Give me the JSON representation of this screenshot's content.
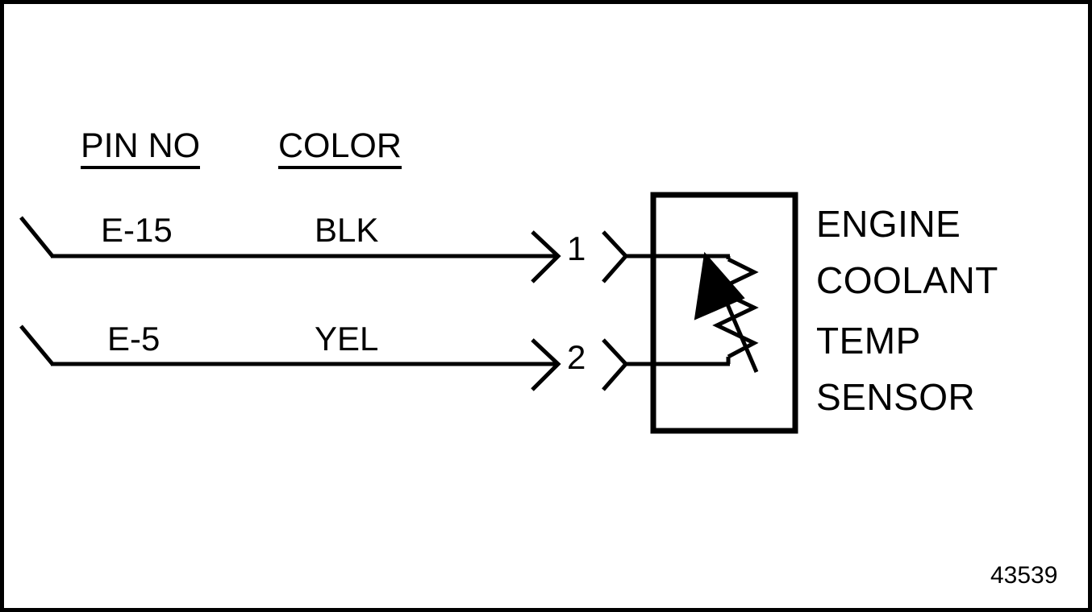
{
  "figure": {
    "number": "43539",
    "border_color": "#000000",
    "background_color": "#ffffff",
    "line_color": "#000000"
  },
  "table_headers": {
    "pin_no": "PIN NO",
    "color": "COLOR"
  },
  "wires": [
    {
      "pin_no": "E-15",
      "color": "BLK",
      "connector_pin": "1"
    },
    {
      "pin_no": "E-5",
      "color": "YEL",
      "connector_pin": "2"
    }
  ],
  "device": {
    "name_lines": [
      "ENGINE",
      "COOLANT",
      "TEMP",
      "SENSOR"
    ],
    "symbol": "thermistor-variable-resistor"
  }
}
